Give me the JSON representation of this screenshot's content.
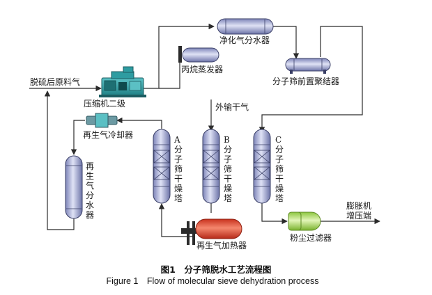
{
  "labels": {
    "feed_gas": "脱硫后原料气",
    "compressor": "压缩机二级",
    "propane_evaporator": "丙烷蒸发器",
    "purified_separator": "净化气分水器",
    "coalescer": "分子筛前置聚结器",
    "export_gas": "外输干气",
    "regen_cooler": "再生气冷却器",
    "regen_separator": "再生气分水器",
    "tower_a": "A分子筛干燥塔",
    "tower_b": "B分子筛干燥塔",
    "tower_c": "C分子筛干燥塔",
    "regen_heater": "再生气加热器",
    "dust_filter": "粉尘过滤器",
    "expander": "膨胀机增压端"
  },
  "caption": {
    "cn": "图1　分子筛脱水工艺流程图",
    "en": "Figure 1　Flow of molecular sieve dehydration process"
  },
  "colors": {
    "vessel_fill": "#b9bfe0",
    "vessel_stroke": "#3a3f66",
    "heater_fill": "#e8472f",
    "filter_fill": "#b6e06a",
    "compressor_fill": "#3aa9ad",
    "pipe": "#2b2b2b"
  }
}
